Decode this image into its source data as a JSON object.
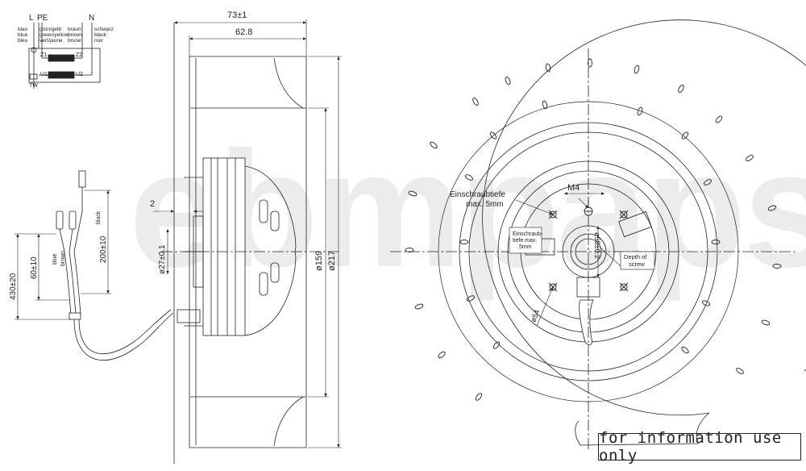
{
  "wiring": {
    "terminal_labels": [
      "L",
      "PE",
      "N"
    ],
    "colors_de": [
      "blau",
      "grün/gelb",
      "braun",
      "schwarz"
    ],
    "colors_en": [
      "blue",
      "green/yellow",
      "brown",
      "black"
    ],
    "colors_fr": [
      "bleu",
      "vert/jaune",
      "brune",
      "noir"
    ],
    "coil_labels": [
      "Z1",
      "Z2",
      "U1",
      "U2"
    ],
    "thermal_label": "TW"
  },
  "cable": {
    "total_length": "430±20",
    "strip_length": "60±10",
    "black_length": "200±10",
    "wire_blue": "blue",
    "wire_brown": "brown",
    "wire_black": "black"
  },
  "side_view": {
    "overall_width": "73±1",
    "hub_width": "62.8",
    "offset": "2",
    "shaft_dia": "ø27±0.1",
    "motor_dia": "ø159",
    "impeller_dia": "ø217"
  },
  "front_view": {
    "screw_depth_de": "Einschraubtiefe",
    "screw_depth_max": "max. 5mm",
    "thread": "M4",
    "center_label_1": "Einschraub-",
    "center_label_2": "tiefe max.",
    "center_label_3": "5mm",
    "hub_dia": "ø58±0.2",
    "pcd": "ø54",
    "depth_label_1": "Depth of",
    "depth_label_2": "screw"
  },
  "watermark": "ebmpapst",
  "info_note": "for information use only"
}
